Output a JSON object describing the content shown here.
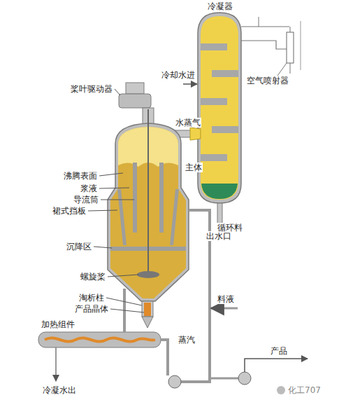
{
  "diagram": {
    "labels": [
      "冷凝器",
      "冷却水进",
      "空气喷射器",
      "桨叶驱动器",
      "水蒸气",
      "主体",
      "沸腾表面",
      "浆液",
      "导流筒",
      "裙式挡板",
      "出水口",
      "循环料",
      "沉降区",
      "螺旋桨",
      "料液",
      "淘析柱",
      "产品晶体",
      "加热组件",
      "蒸汽",
      "产品",
      "冷凝水出",
      "化工707"
    ]
  }
}
